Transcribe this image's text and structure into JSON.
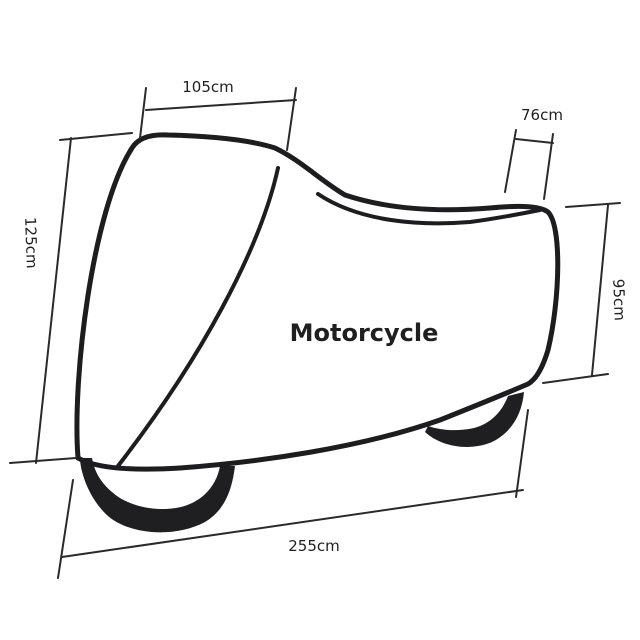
{
  "diagram": {
    "label": "Motorcycle",
    "dimensions": {
      "top_length": "105cm",
      "rear_width": "76cm",
      "front_height": "125cm",
      "rear_height": "95cm",
      "total_length": "255cm"
    }
  }
}
